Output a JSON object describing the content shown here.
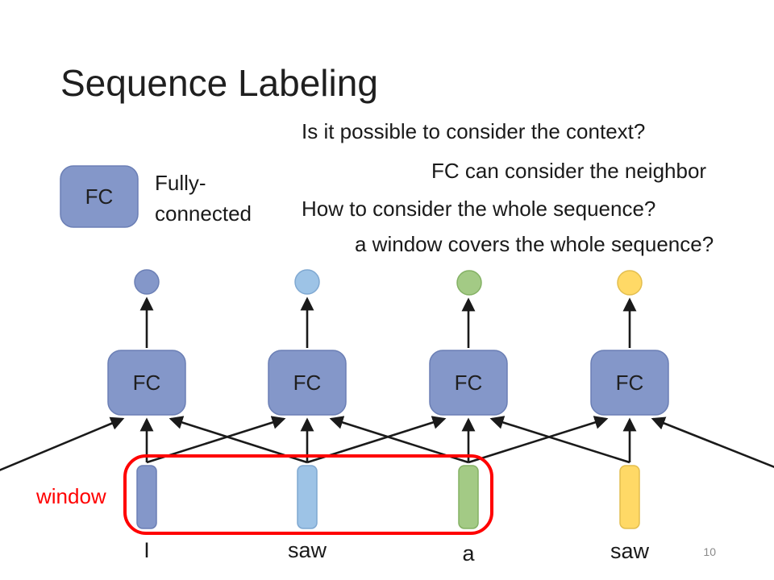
{
  "slide": {
    "title": "Sequence Labeling",
    "page_number": "10"
  },
  "notes": {
    "line1": "Is it possible to consider the context?",
    "line2": "FC can consider the neighbor",
    "line3": "How to consider the whole sequence?",
    "line4": "a window covers the whole sequence?"
  },
  "legend": {
    "box_label": "FC",
    "description": "Fully-\nconnected"
  },
  "diagram": {
    "fc_labels": [
      "FC",
      "FC",
      "FC",
      "FC"
    ],
    "words": [
      "I",
      "saw",
      "a",
      "saw"
    ],
    "window_label": "window"
  },
  "colors": {
    "blue": "#8497C9",
    "blue_border": "#6B7FB5",
    "light_blue": "#9DC3E6",
    "light_blue_border": "#7FA8D1",
    "green": "#A3CA85",
    "green_border": "#84B164",
    "yellow": "#FFD966",
    "yellow_border": "#E3BE4E",
    "window_red": "#FF0000",
    "text_dark": "#1F1F1F"
  }
}
